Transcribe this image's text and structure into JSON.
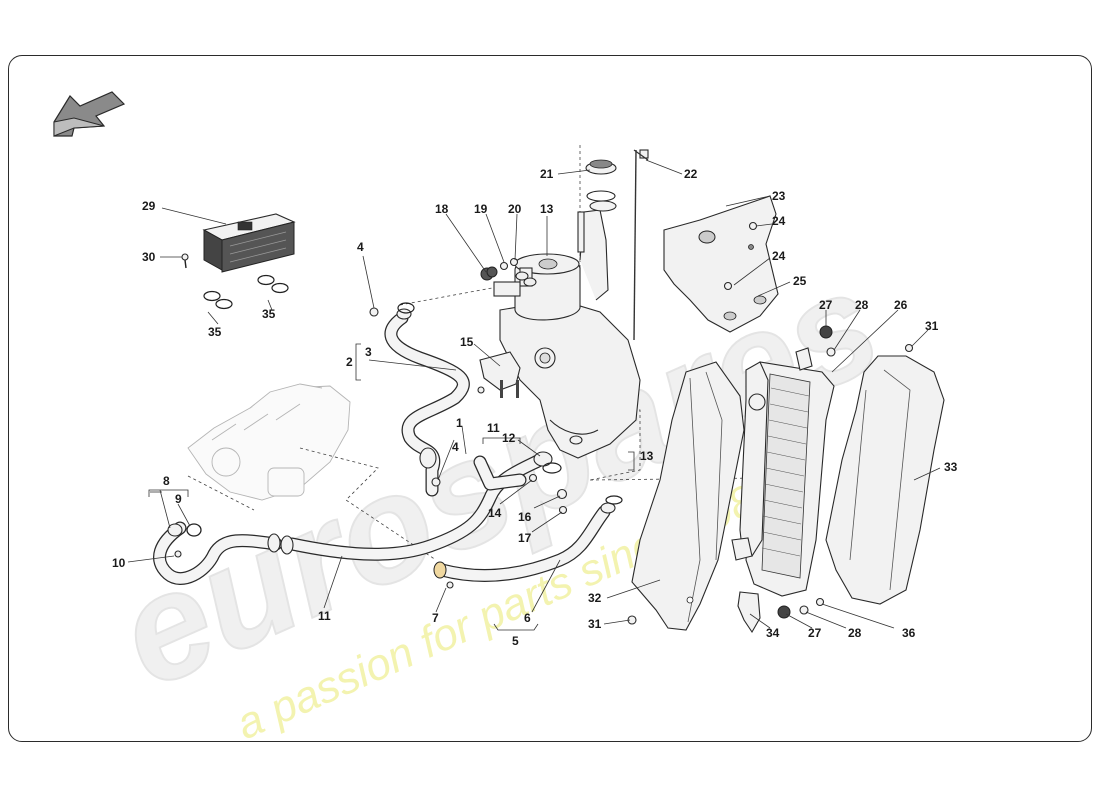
{
  "watermark": {
    "brand": "eurospares",
    "tagline": "a passion for parts since 1985"
  },
  "navigation": {
    "back_icon": "arrow-back-icon"
  },
  "callouts": [
    {
      "id": "c1",
      "label": "1"
    },
    {
      "id": "c2",
      "label": "2"
    },
    {
      "id": "c3",
      "label": "3"
    },
    {
      "id": "c4a",
      "label": "4"
    },
    {
      "id": "c4b",
      "label": "4"
    },
    {
      "id": "c5",
      "label": "5"
    },
    {
      "id": "c6",
      "label": "6"
    },
    {
      "id": "c7",
      "label": "7"
    },
    {
      "id": "c8",
      "label": "8"
    },
    {
      "id": "c9",
      "label": "9"
    },
    {
      "id": "c10",
      "label": "10"
    },
    {
      "id": "c11a",
      "label": "11"
    },
    {
      "id": "c11b",
      "label": "11"
    },
    {
      "id": "c12",
      "label": "12"
    },
    {
      "id": "c13a",
      "label": "13"
    },
    {
      "id": "c13b",
      "label": "13"
    },
    {
      "id": "c14",
      "label": "14"
    },
    {
      "id": "c15",
      "label": "15"
    },
    {
      "id": "c16",
      "label": "16"
    },
    {
      "id": "c17",
      "label": "17"
    },
    {
      "id": "c18",
      "label": "18"
    },
    {
      "id": "c19",
      "label": "19"
    },
    {
      "id": "c20",
      "label": "20"
    },
    {
      "id": "c21",
      "label": "21"
    },
    {
      "id": "c22",
      "label": "22"
    },
    {
      "id": "c23",
      "label": "23"
    },
    {
      "id": "c24a",
      "label": "24"
    },
    {
      "id": "c24b",
      "label": "24"
    },
    {
      "id": "c25",
      "label": "25"
    },
    {
      "id": "c26",
      "label": "26"
    },
    {
      "id": "c27a",
      "label": "27"
    },
    {
      "id": "c27b",
      "label": "27"
    },
    {
      "id": "c28a",
      "label": "28"
    },
    {
      "id": "c28b",
      "label": "28"
    },
    {
      "id": "c29",
      "label": "29"
    },
    {
      "id": "c30",
      "label": "30"
    },
    {
      "id": "c31a",
      "label": "31"
    },
    {
      "id": "c31b",
      "label": "31"
    },
    {
      "id": "c32",
      "label": "32"
    },
    {
      "id": "c33",
      "label": "33"
    },
    {
      "id": "c34",
      "label": "34"
    },
    {
      "id": "c35a",
      "label": "35"
    },
    {
      "id": "c35b",
      "label": "35"
    },
    {
      "id": "c36",
      "label": "36"
    }
  ]
}
